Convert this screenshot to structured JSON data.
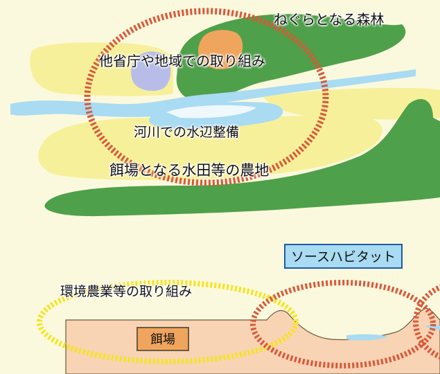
{
  "labels": {
    "forest": "ねぐらとなる森林",
    "other_ministries": "他省庁や地域での取り組み",
    "river": "河川での水辺整備",
    "paddy": "餌場となる水田等の農地",
    "source_habitat": "ソースハビタット",
    "env_agri": "環境農業等の取り組み",
    "feeding": "餌場"
  },
  "colors": {
    "background": "#fbf9dd",
    "forest": "#4fa04a",
    "farmland": "#f7f09a",
    "river": "#a9dbf2",
    "pond": "#b7bde8",
    "orange_patch": "#f0a55e",
    "red_dash": "#d9583a",
    "yellow_dash": "#f4e422",
    "feeding_ground": "#f8d3b4"
  }
}
